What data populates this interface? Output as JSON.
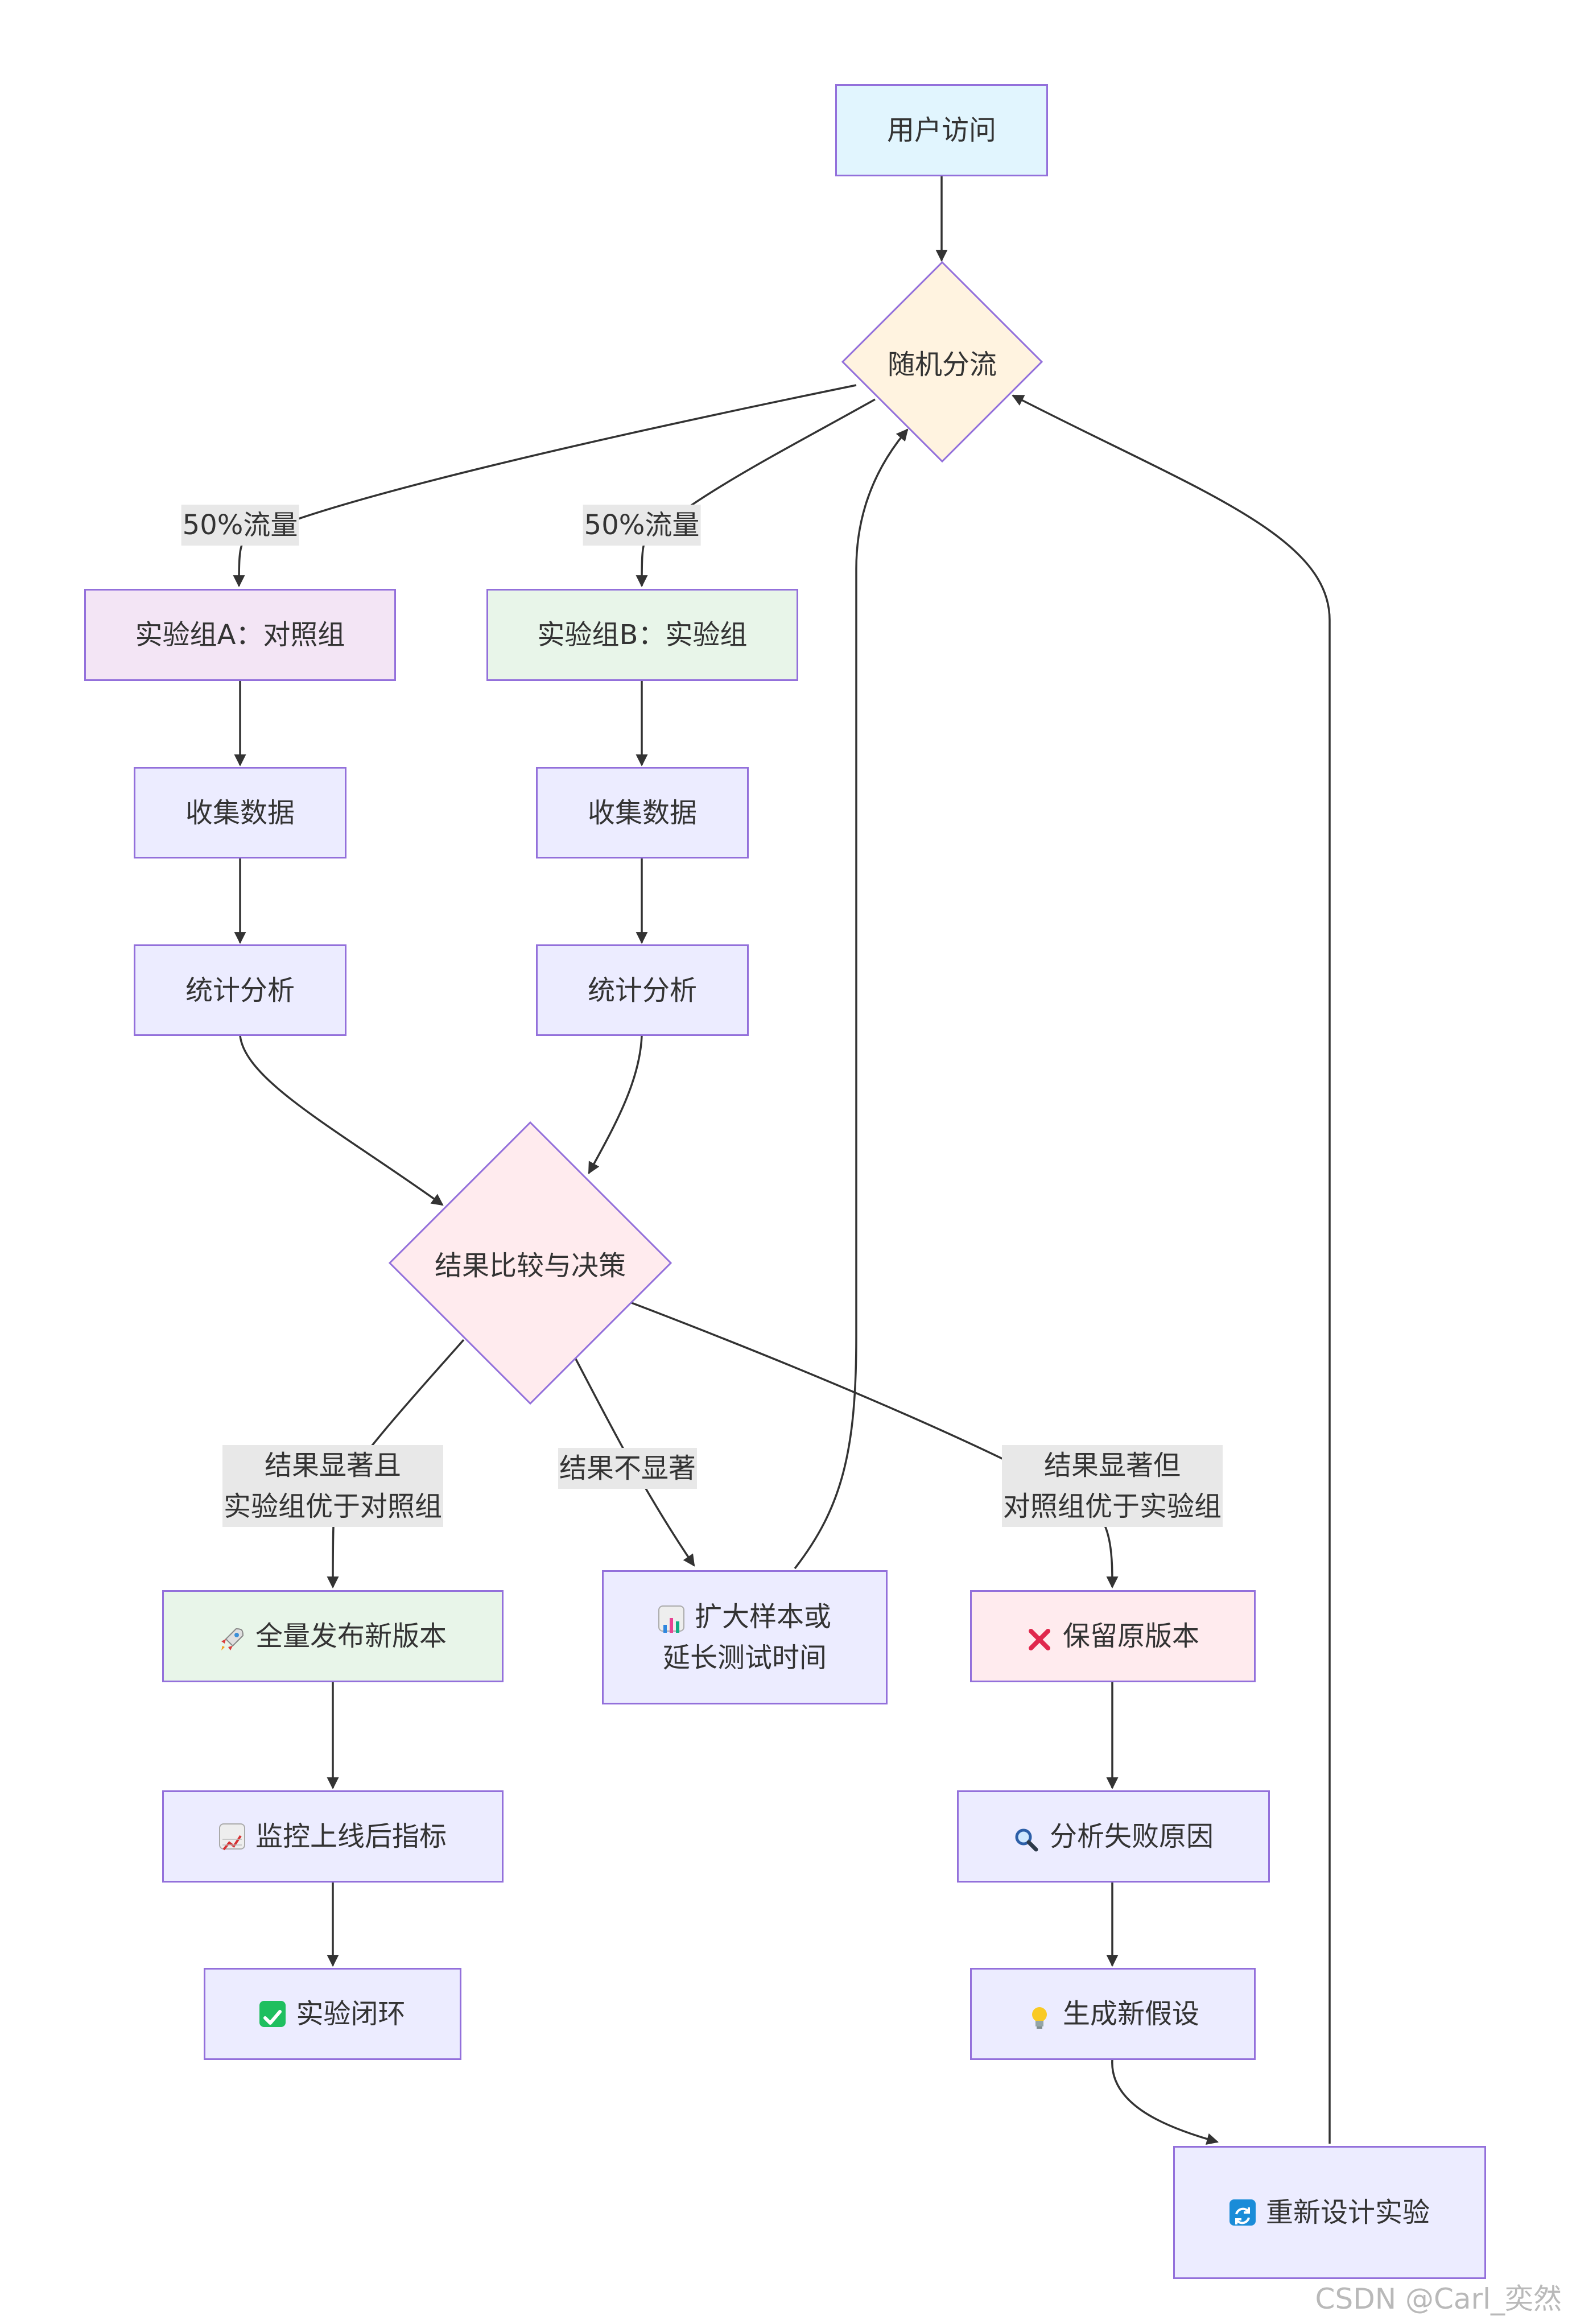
{
  "nodes": {
    "user_visit": "用户访问",
    "random_split": "随机分流",
    "group_a": "实验组A：对照组",
    "group_b": "实验组B：实验组",
    "collect_a": "收集数据",
    "collect_b": "收集数据",
    "stats_a": "统计分析",
    "stats_b": "统计分析",
    "compare": "结果比较与决策",
    "release": "全量发布新版本",
    "expand": "扩大样本或\n延长测试时间",
    "keep": "保留原版本",
    "monitor": "监控上线后指标",
    "close_loop": "实验闭环",
    "analyze_fail": "分析失败原因",
    "new_hypo": "生成新假设",
    "redesign": "重新设计实验"
  },
  "edge_labels": {
    "traffic_a": "50%流量",
    "traffic_b": "50%流量",
    "sig_better": "结果显著且\n实验组优于对照组",
    "not_sig": "结果不显著",
    "sig_worse": "结果显著但\n对照组优于实验组"
  },
  "icons": {
    "release": "rocket-icon",
    "expand": "bar-chart-icon",
    "keep": "cross-mark-icon",
    "monitor": "trend-chart-icon",
    "close_loop": "check-mark-icon",
    "analyze_fail": "magnifier-icon",
    "new_hypo": "light-bulb-icon",
    "redesign": "refresh-icon"
  },
  "colors": {
    "border": "#9370DB",
    "default_fill": "#ECECFF",
    "start_fill": "#E1F5FE",
    "split_fill": "#FFF3E0",
    "group_a_fill": "#F3E5F5",
    "group_b_fill": "#E8F5E9",
    "decision_fill": "#FFEBEE",
    "edge": "#333333",
    "label_bg": "#E8E8E8"
  },
  "watermark": "CSDN @Carl_奕然"
}
